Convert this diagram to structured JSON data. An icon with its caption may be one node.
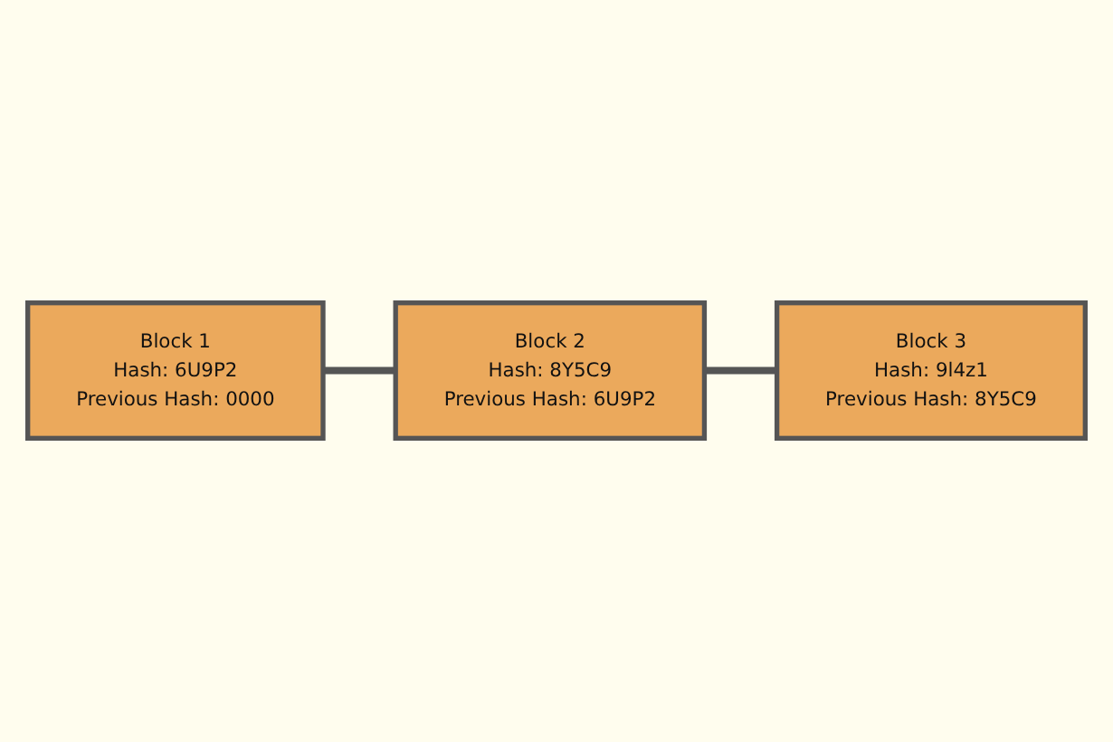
{
  "diagram": {
    "nodes": [
      {
        "text": [
          "Block 1",
          "Hash: 6U9P2",
          "Previous Hash: 0000"
        ]
      },
      {
        "text": [
          "Block 2",
          "Hash: 8Y5C9",
          "Previous Hash: 6U9P2"
        ]
      },
      {
        "text": [
          "Block 3",
          "Hash: 9l4z1",
          "Previous Hash: 8Y5C9"
        ]
      }
    ],
    "edges": [
      {
        "from": 0,
        "to": 1,
        "arrow": "none"
      },
      {
        "from": 1,
        "to": 2,
        "arrow": "none"
      }
    ]
  }
}
